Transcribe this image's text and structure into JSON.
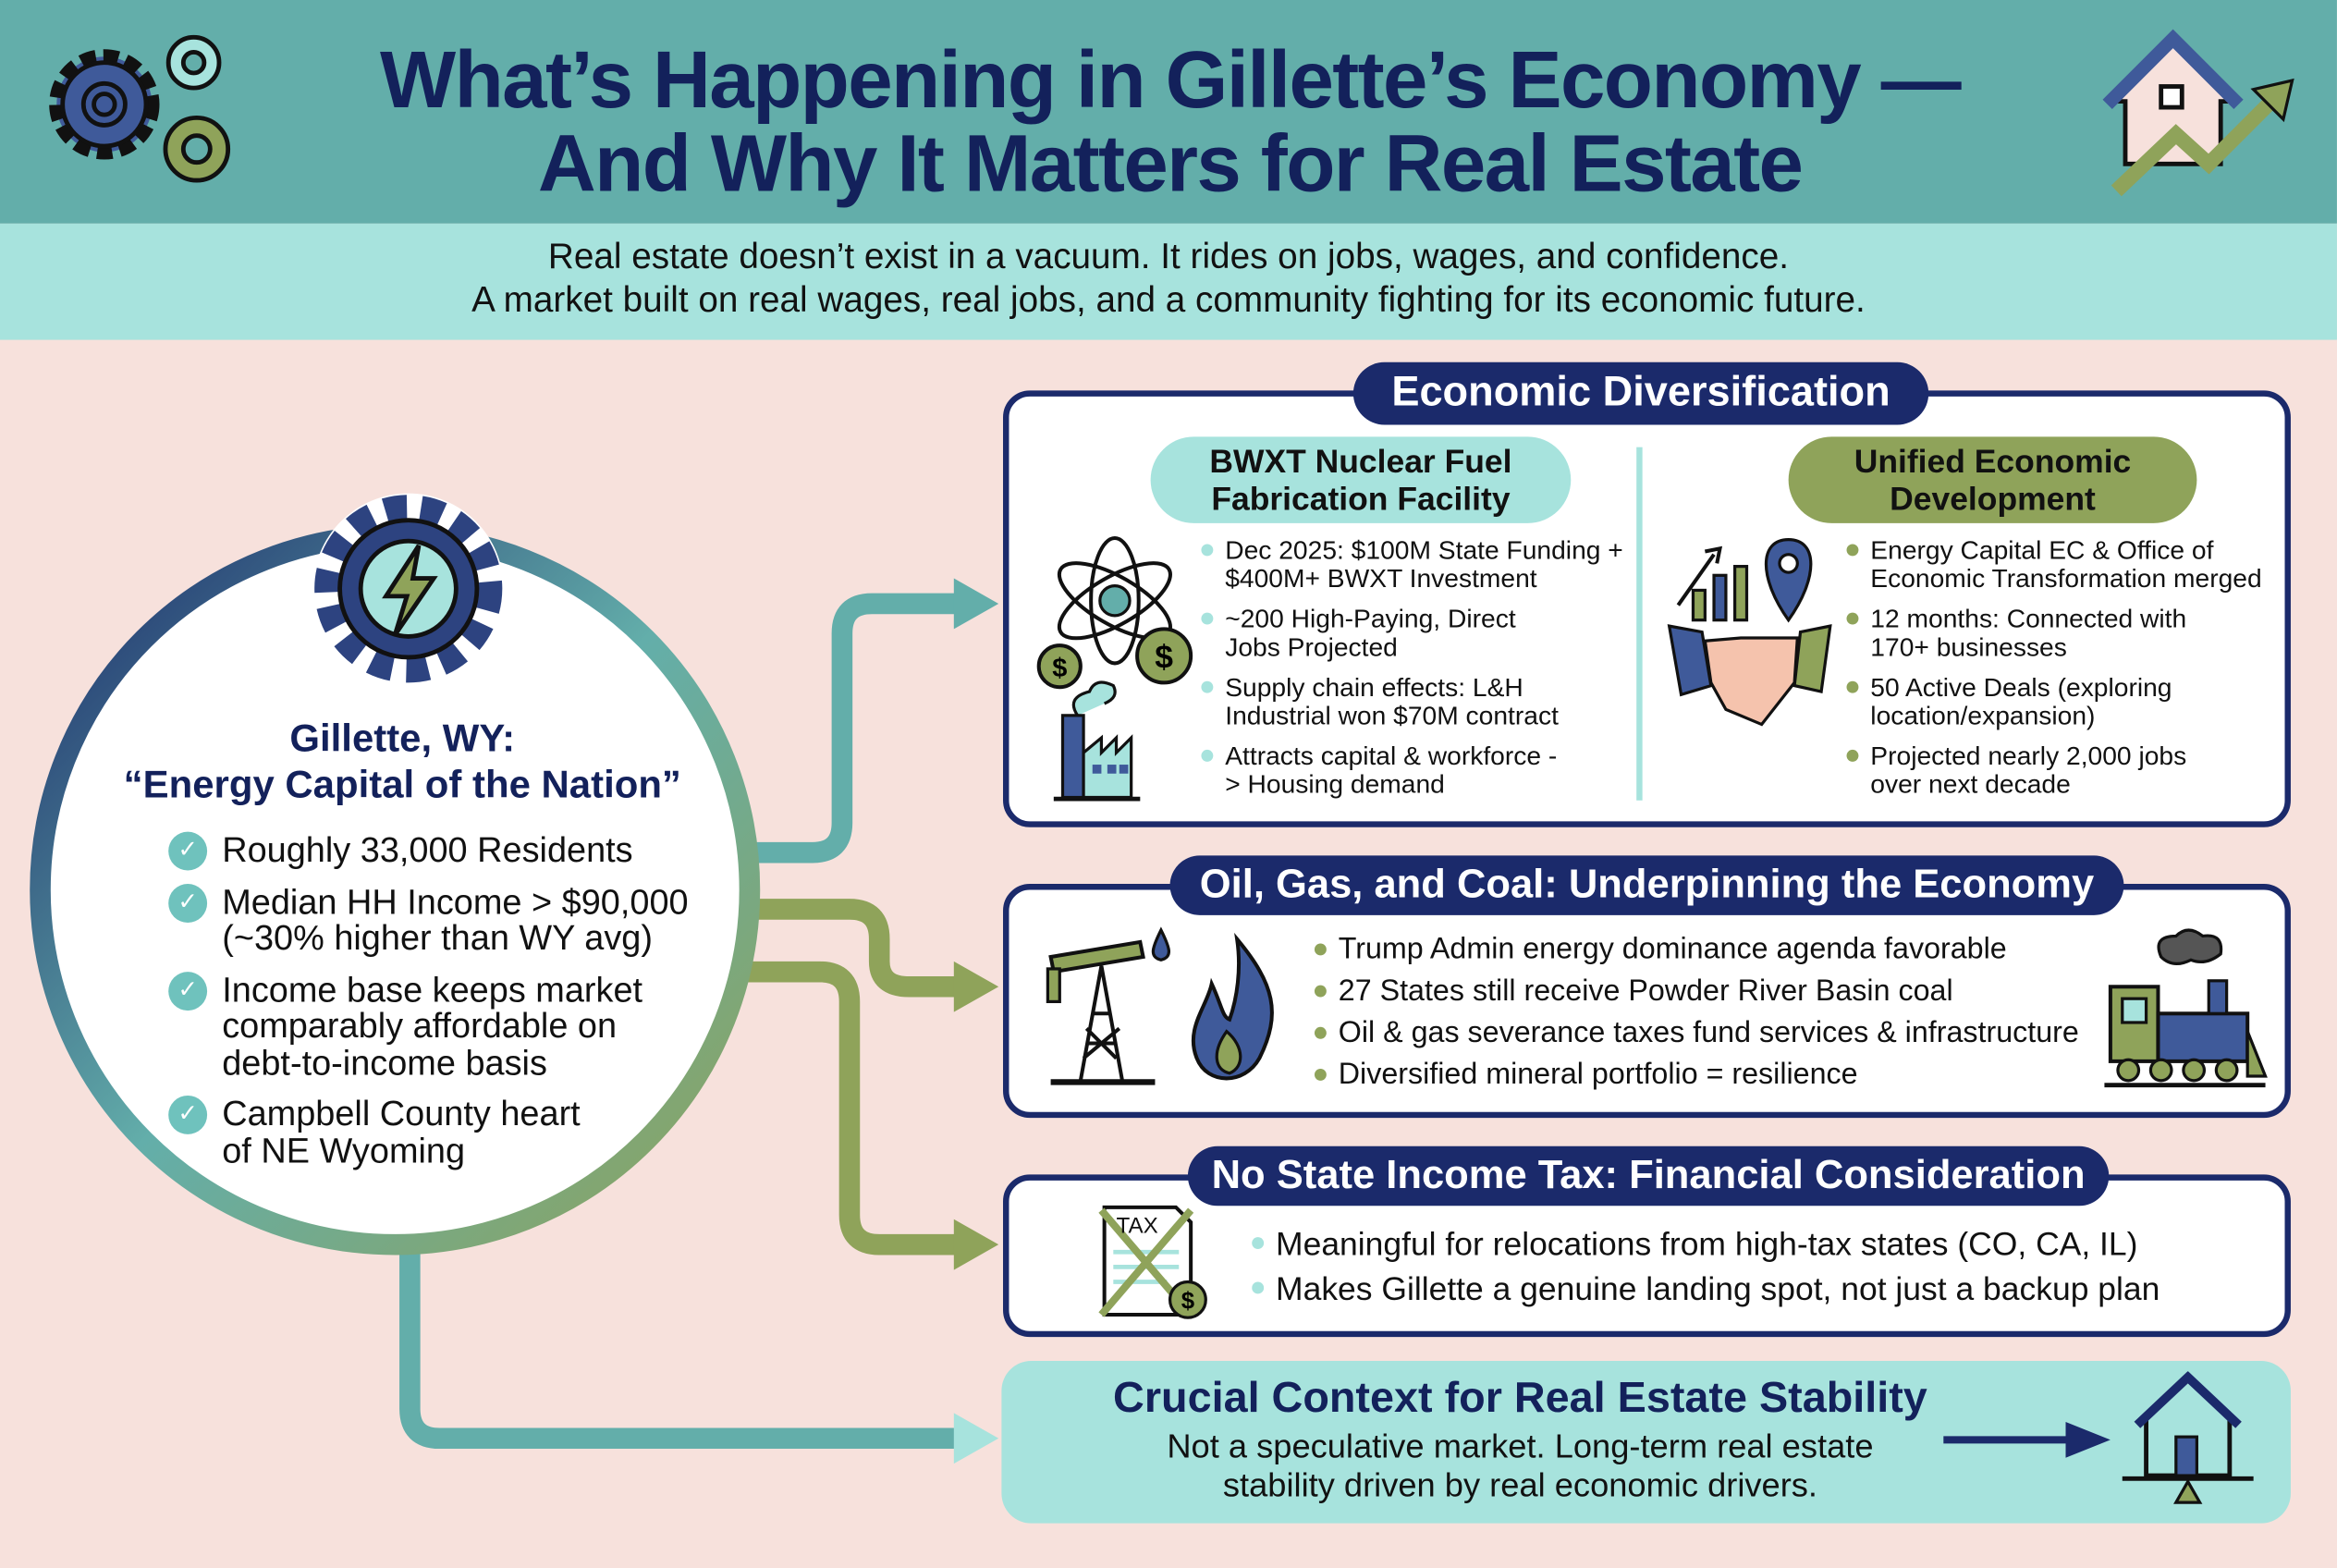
{
  "header": {
    "title_line1": "What’s Happening in Gillette’s Economy —",
    "title_line2": "And Why It Matters for Real Estate"
  },
  "subtitle": {
    "line1": "Real estate doesn’t exist in a vacuum. It rides on jobs, wages, and confidence.",
    "line2": "A market built on real wages, real jobs, and a community fighting for its economic future."
  },
  "colors": {
    "navy": "#1b2a6b",
    "teal": "#63aeaa",
    "light_teal": "#a7e3dd",
    "green": "#8fa35a",
    "background": "#f7e1dc"
  },
  "hub": {
    "title_line1": "Gillette, WY:",
    "title_line2": "“Energy Capital of the Nation”",
    "icon": "lightning-gear-icon",
    "items": [
      "Roughly 33,000 Residents",
      "Median HH Income > $90,000 (~30% higher than WY avg)",
      "Income base keeps market comparably affordable on debt-to-income basis",
      "Campbell County heart of NE Wyoming"
    ]
  },
  "diversification": {
    "title": "Economic Diversification",
    "left": {
      "title": "BWXT Nuclear Fuel Fabrication Facility",
      "icon": "atom-factory-icon",
      "items": [
        "Dec 2025: $100M State Funding + $400M+ BWXT Investment",
        "~200 High-Paying, Direct Jobs Projected",
        "Supply chain effects: L&H Industrial won $70M contract",
        "Attracts capital & workforce -> Housing demand"
      ]
    },
    "right": {
      "title": "Unified Economic Development",
      "icon": "handshake-growth-icon",
      "items": [
        "Energy Capital EC & Office of Economic Transformation merged",
        "12 months: Connected with 170+ businesses",
        "50 Active Deals (exploring location/expansion)",
        "Projected nearly 2,000 jobs over next decade"
      ]
    }
  },
  "energy": {
    "title": "Oil, Gas, and Coal: Underpinning the Economy",
    "icons": [
      "oil-pump-icon",
      "flame-icon",
      "coal-train-icon"
    ],
    "items": [
      "Trump Admin energy dominance agenda favorable",
      "27 States still receive Powder River Basin coal",
      "Oil & gas severance taxes fund services & infrastructure",
      "Diversified mineral portfolio = resilience"
    ]
  },
  "tax": {
    "title": "No State Income Tax: Financial Consideration",
    "icon_label": "TAX",
    "items": [
      "Meaningful for relocations from high-tax states (CO, CA, IL)",
      "Makes Gillette a genuine landing spot, not just a backup plan"
    ]
  },
  "context": {
    "title": "Crucial Context for Real Estate Stability",
    "body_line1": "Not a speculative market. Long-term real estate",
    "body_line2": "stability driven by real economic drivers.",
    "icon": "balanced-house-icon"
  }
}
